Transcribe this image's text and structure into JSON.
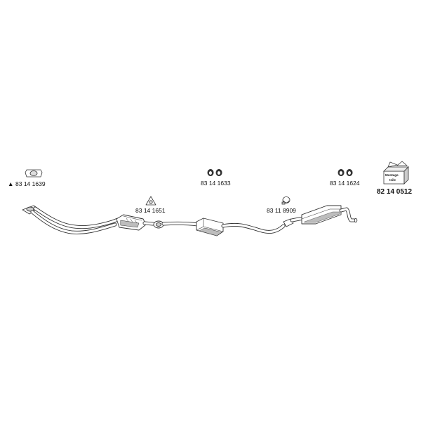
{
  "parts": {
    "front_gasket": {
      "number": "83 14 1639",
      "marker": "▲"
    },
    "cat_gasket": {
      "number": "83 14 1651"
    },
    "center_hangers": {
      "number": "83 14 1633"
    },
    "clamp": {
      "number": "83 11 8909"
    },
    "rear_hangers": {
      "number": "83 14 1624"
    },
    "mounting_kit": {
      "number": "82 14 0512",
      "box_text_line1": "Montage-",
      "box_text_line2": "teile"
    }
  },
  "colors": {
    "line": "#333333",
    "fill": "#ffffff",
    "shade": "#bdbdbd"
  }
}
